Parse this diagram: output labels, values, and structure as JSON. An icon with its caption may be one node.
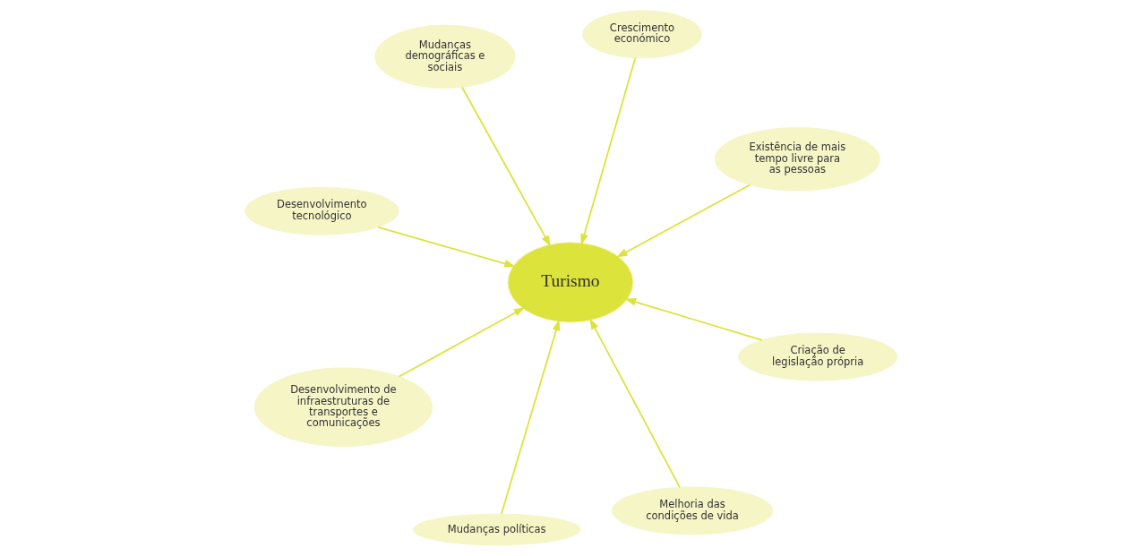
{
  "diagram": {
    "nodes": [
      {
        "text": [
          "Desenvolvimento tecnológico"
        ]
      },
      {
        "text": [
          "Existência de mais tempo livre para as pessoas"
        ]
      },
      {
        "text": [
          "Melhoria das condições de vida"
        ]
      },
      {
        "text": [
          "Crescimento económico"
        ]
      },
      {
        "text": [
          "Turismo"
        ]
      },
      {
        "text": [
          "Mudanças demográficas e sociais"
        ]
      },
      {
        "text": [
          "Desenvolvimento de infraestruturas de transportes e comunicações"
        ]
      },
      {
        "text": [
          "Criação de legislação própria"
        ]
      },
      {
        "text": [
          "Mudanças políticas"
        ]
      }
    ],
    "edges": [
      {
        "from": 0,
        "to": 4,
        "arrow": "to"
      },
      {
        "from": 1,
        "to": 4,
        "arrow": "to"
      },
      {
        "from": 2,
        "to": 4,
        "arrow": "to"
      },
      {
        "from": 3,
        "to": 4,
        "arrow": "to"
      },
      {
        "from": 5,
        "to": 4,
        "arrow": "to"
      },
      {
        "from": 6,
        "to": 4,
        "arrow": "to"
      },
      {
        "from": 7,
        "to": 4,
        "arrow": "to"
      },
      {
        "from": 8,
        "to": 4,
        "arrow": "to"
      }
    ]
  }
}
